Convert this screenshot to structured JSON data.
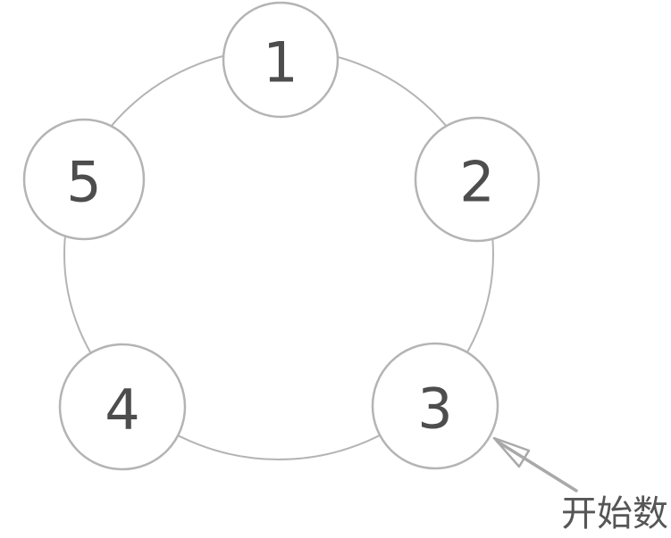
{
  "diagram": {
    "description": "Five numbered circles arranged evenly on a ring; an arrow marks circle 3 as the starting point for counting",
    "nodes": [
      {
        "label": "1",
        "position": "top"
      },
      {
        "label": "2",
        "position": "upper-right"
      },
      {
        "label": "3",
        "position": "lower-right"
      },
      {
        "label": "4",
        "position": "lower-left"
      },
      {
        "label": "5",
        "position": "upper-left"
      }
    ],
    "annotation": {
      "label": "开始数",
      "points_to_node": "3"
    },
    "colors": {
      "background": "#ffffff",
      "outline": "#b4b4b4",
      "number": "#4d4d4d",
      "arrow": "#a9a9a9",
      "annotation_text": "#565656"
    }
  }
}
